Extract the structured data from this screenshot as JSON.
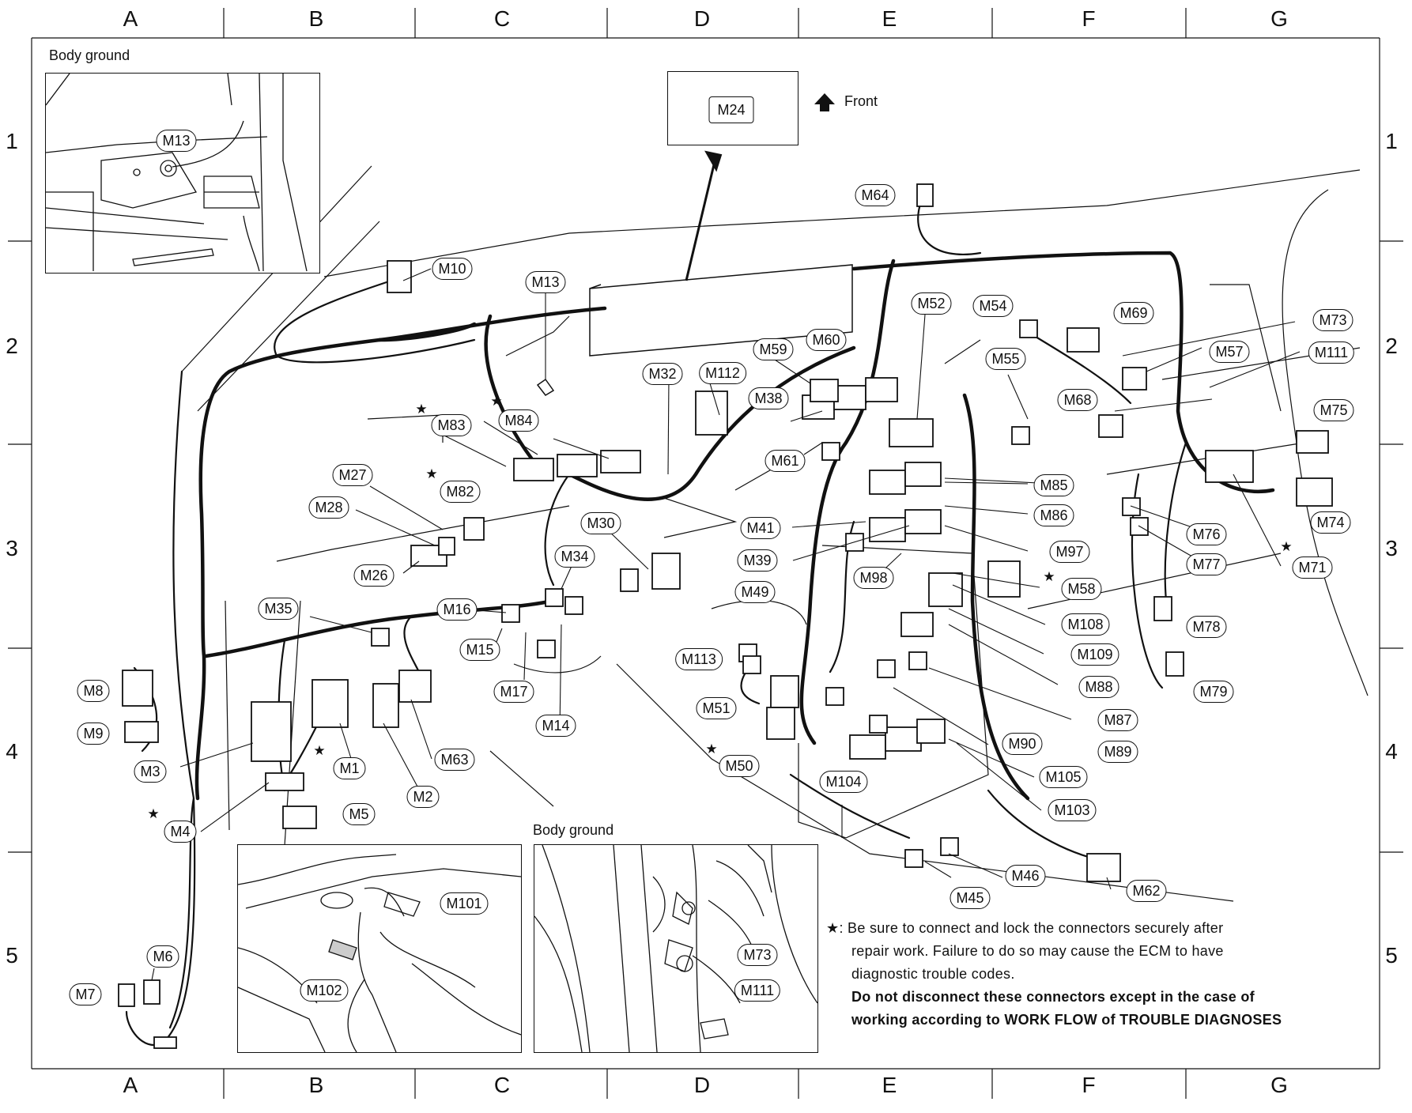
{
  "grid": {
    "columns": [
      "A",
      "B",
      "C",
      "D",
      "E",
      "F",
      "G"
    ],
    "rows": [
      "1",
      "2",
      "3",
      "4",
      "5"
    ]
  },
  "insets": {
    "top_left_title": "Body ground",
    "top_left_connector": "M13",
    "bottom_center_title": "Body ground",
    "front_box_connector": "M24",
    "front_label": "Front"
  },
  "connectors": [
    "M1",
    "M2",
    "M3",
    "M4",
    "M5",
    "M6",
    "M7",
    "M8",
    "M9",
    "M10",
    "M13",
    "M14",
    "M15",
    "M16",
    "M17",
    "M26",
    "M27",
    "M28",
    "M30",
    "M32",
    "M34",
    "M35",
    "M38",
    "M39",
    "M41",
    "M45",
    "M46",
    "M49",
    "M50",
    "M51",
    "M52",
    "M54",
    "M55",
    "M57",
    "M58",
    "M59",
    "M60",
    "M61",
    "M62",
    "M63",
    "M64",
    "M68",
    "M69",
    "M71",
    "M73",
    "M74",
    "M75",
    "M76",
    "M77",
    "M78",
    "M79",
    "M82",
    "M83",
    "M84",
    "M85",
    "M86",
    "M87",
    "M88",
    "M89",
    "M90",
    "M97",
    "M98",
    "M101",
    "M102",
    "M103",
    "M104",
    "M105",
    "M108",
    "M109",
    "M111",
    "M112",
    "M113"
  ],
  "note": {
    "star": "★",
    "line1": ": Be sure to connect and lock the connectors securely after",
    "line2": "repair work. Failure to do so may cause the ECM to have",
    "line3": "diagnostic trouble codes.",
    "line4": "Do not disconnect these connectors except in the case of",
    "line5": "working according to WORK FLOW of TROUBLE DIAGNOSES"
  }
}
